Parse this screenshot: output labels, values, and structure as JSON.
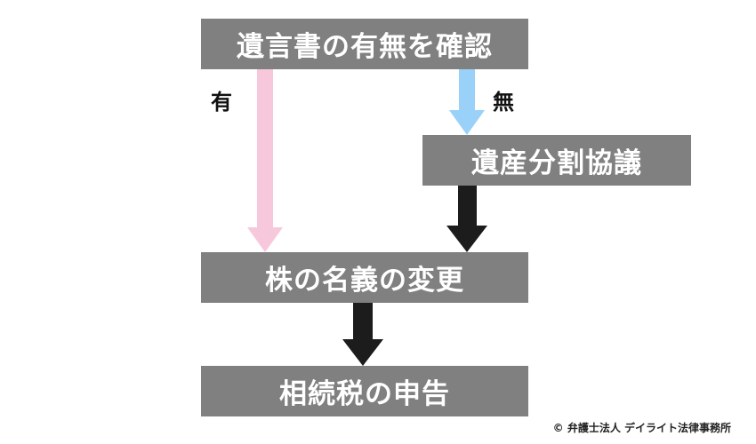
{
  "nodes": {
    "confirm_will": "遺言書の有無を確認",
    "division_agreement": "遺産分割協議",
    "stock_name_change": "株の名義の変更",
    "inheritance_tax_filing": "相続税の申告"
  },
  "branches": {
    "yes": "有",
    "no": "無"
  },
  "colors": {
    "box": "#808080",
    "yes_arrow": "#f7c8dc",
    "no_arrow": "#99d1f8",
    "main_arrow": "#1c1c1c"
  },
  "credit": "© 弁護士法人 デイライト法律事務所"
}
